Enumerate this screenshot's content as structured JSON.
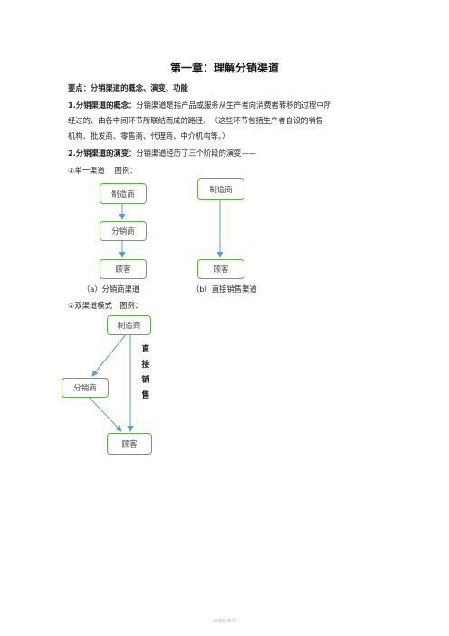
{
  "title": "第一章：理解分销渠道",
  "key_points": {
    "label": "要点：",
    "text": "分销渠道的概念、演变、功能"
  },
  "concept": {
    "label": "1.分销渠道的概念：",
    "text": "分销渠道是指产品或服务从生产者向消费者转移的过程中所",
    "line2": "经过的、由各中间环节所联结而成的路径。　（这些环节包括生产者自设的销售",
    "line3": "机构、批发商、零售商、代理商、中介机构等。）"
  },
  "evolution": {
    "label": "2.分销渠道的演变：",
    "text": "分销渠道经历了三个阶段的演变——"
  },
  "single_channel": {
    "heading": "①单一渠道　 图例：",
    "diagram_a": {
      "box1": "制造商",
      "box2": "分销商",
      "box3": "顾客",
      "caption": "（a）分销商渠道"
    },
    "diagram_b": {
      "box1": "制造商",
      "box2": "顾客",
      "caption": "（b）直接销售渠道"
    }
  },
  "dual_channel": {
    "heading": "②双渠道模式　图例：",
    "manufacturer": "制造商",
    "distributor": "分销商",
    "customer": "顾客",
    "direct_label": [
      "直",
      "接",
      "销",
      "售"
    ]
  },
  "footer": "-可编辑修改-",
  "colors": {
    "box_border": "#6aa84f",
    "arrow": "#5b9bd5"
  }
}
